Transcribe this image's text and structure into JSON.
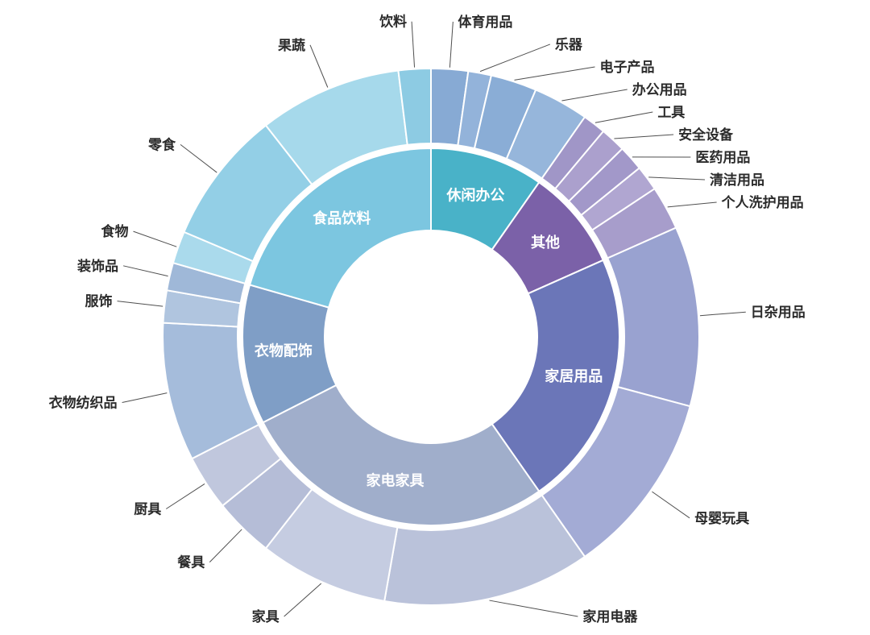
{
  "chart_data": {
    "type": "sunburst",
    "title": "",
    "unit": "degrees",
    "start_angle_deg": 0,
    "direction": "clockwise",
    "rings": 2,
    "background": "#ffffff",
    "label_text_color": "#2b2b2b",
    "leader_line_color": "#4f4f4f",
    "categories": [
      {
        "name": "休闲办公",
        "span_deg": 35,
        "percent": 9.7,
        "color": "#49b2c8",
        "label_color": "#ffffff",
        "children": [
          {
            "name": "体育用品",
            "span_deg": 8,
            "percent": 2.2,
            "color": "#87aad4"
          },
          {
            "name": "乐器",
            "span_deg": 5,
            "percent": 1.4,
            "color": "#93b3da"
          },
          {
            "name": "电子产品",
            "span_deg": 10,
            "percent": 2.8,
            "color": "#8aadd6"
          },
          {
            "name": "办公用品",
            "span_deg": 12,
            "percent": 3.3,
            "color": "#96b6db"
          }
        ]
      },
      {
        "name": "其他",
        "span_deg": 31,
        "percent": 8.6,
        "color": "#7b61a8",
        "label_color": "#ffffff",
        "children": [
          {
            "name": "工具",
            "span_deg": 5,
            "percent": 1.4,
            "color": "#a096c7"
          },
          {
            "name": "安全设备",
            "span_deg": 5.5,
            "percent": 1.5,
            "color": "#aba0cd"
          },
          {
            "name": "医药用品",
            "span_deg": 5.5,
            "percent": 1.5,
            "color": "#a298c9"
          },
          {
            "name": "清洁用品",
            "span_deg": 5.5,
            "percent": 1.5,
            "color": "#b0a6d1"
          },
          {
            "name": "个人洗护用品",
            "span_deg": 9.5,
            "percent": 2.6,
            "color": "#a79dcb"
          }
        ]
      },
      {
        "name": "家居用品",
        "span_deg": 79,
        "percent": 21.9,
        "color": "#6b76b8",
        "label_color": "#ffffff",
        "children": [
          {
            "name": "日杂用品",
            "span_deg": 39,
            "percent": 10.8,
            "color": "#99a2d0"
          },
          {
            "name": "母婴玩具",
            "span_deg": 40,
            "percent": 11.1,
            "color": "#a3abd5"
          }
        ]
      },
      {
        "name": "家电家具",
        "span_deg": 98,
        "percent": 27.2,
        "color": "#a0aecb",
        "label_color": "#ffffff",
        "children": [
          {
            "name": "家用电器",
            "span_deg": 45,
            "percent": 12.5,
            "color": "#bac2da"
          },
          {
            "name": "家具",
            "span_deg": 28,
            "percent": 7.8,
            "color": "#c5cce1"
          },
          {
            "name": "餐具",
            "span_deg": 13,
            "percent": 3.6,
            "color": "#b5bdd7"
          },
          {
            "name": "厨具",
            "span_deg": 12,
            "percent": 3.3,
            "color": "#c0c7dd"
          }
        ]
      },
      {
        "name": "衣物配饰",
        "span_deg": 43,
        "percent": 11.9,
        "color": "#7f9ec6",
        "label_color": "#ffffff",
        "children": [
          {
            "name": "衣物纺织品",
            "span_deg": 30,
            "percent": 8.3,
            "color": "#a5bcdb"
          },
          {
            "name": "服饰",
            "span_deg": 7,
            "percent": 1.9,
            "color": "#b0c5df"
          },
          {
            "name": "装饰品",
            "span_deg": 6,
            "percent": 1.7,
            "color": "#9fb8d8"
          }
        ]
      },
      {
        "name": "食品饮料",
        "span_deg": 74,
        "percent": 20.6,
        "color": "#7cc6e0",
        "label_color": "#ffffff",
        "children": [
          {
            "name": "食物",
            "span_deg": 7,
            "percent": 1.9,
            "color": "#aadaec"
          },
          {
            "name": "零食",
            "span_deg": 29,
            "percent": 8.1,
            "color": "#93cfe6"
          },
          {
            "name": "果蔬",
            "span_deg": 31,
            "percent": 8.6,
            "color": "#a6d9eb"
          },
          {
            "name": "饮料",
            "span_deg": 7,
            "percent": 1.9,
            "color": "#8dcbe3"
          }
        ]
      }
    ]
  }
}
